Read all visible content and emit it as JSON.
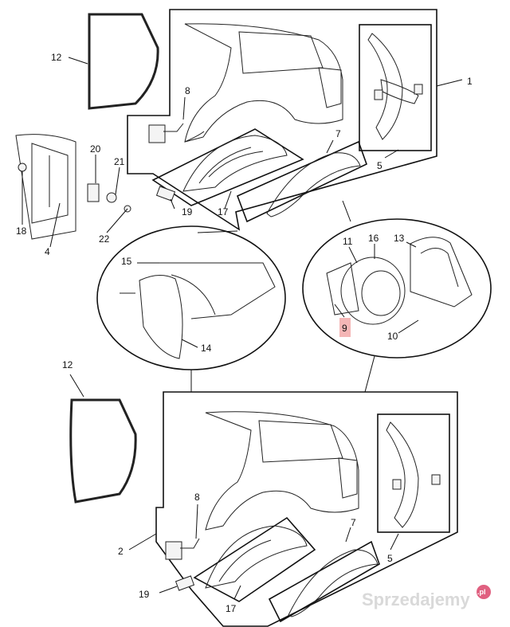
{
  "callouts": {
    "c1": "1",
    "c2": "2",
    "c4": "4",
    "c5a": "5",
    "c5b": "5",
    "c7a": "7",
    "c7b": "7",
    "c8a": "8",
    "c8b": "8",
    "c9": "9",
    "c10": "10",
    "c11": "11",
    "c12a": "12",
    "c12b": "12",
    "c13": "13",
    "c14": "14",
    "c15": "15",
    "c16": "16",
    "c17a": "17",
    "c17b": "17",
    "c18": "18",
    "c19a": "19",
    "c19b": "19",
    "c20": "20",
    "c21": "21",
    "c22": "22"
  },
  "highlight_color": "#f4b6b6",
  "watermark": {
    "text": "Sprzedajemy",
    "suffix": ".pl"
  }
}
